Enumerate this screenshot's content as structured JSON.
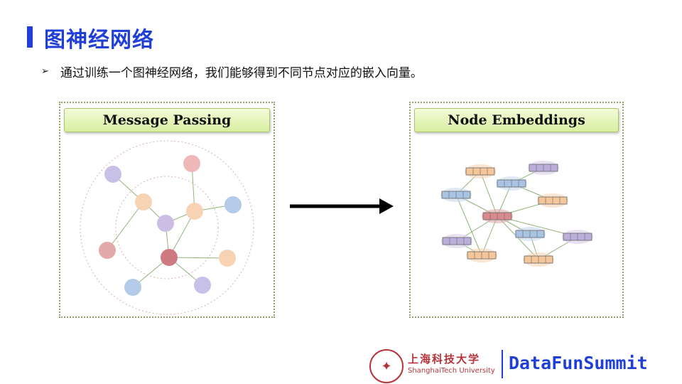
{
  "slide": {
    "title": "图神经网络",
    "bullet_marker": "➢",
    "bullet_text": "通过训练一个图神经网络，我们能够得到不同节点对应的嵌入向量。"
  },
  "panels": {
    "left_label": "Message Passing",
    "right_label": "Node Embeddings"
  },
  "footer": {
    "university_cn": "上海科技大学",
    "university_en": "ShanghaiTech University",
    "brand": "DataFunSummit"
  }
}
